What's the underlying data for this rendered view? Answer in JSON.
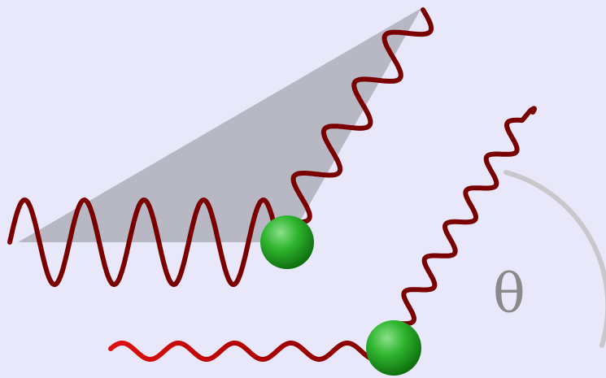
{
  "diagram": {
    "angle_label": "θ",
    "colors": {
      "background": "#e8e8fa",
      "triangle": "#b8b8c4",
      "wave_dark": "#7a0000",
      "wave_mid": "#b00000",
      "wave_bright": "#e01010",
      "sphere_light": "#8be08b",
      "sphere_mid": "#2fb52f",
      "sphere_dark": "#0d6e0d",
      "arc": "#c8c8cc",
      "label": "#8a8a8a"
    },
    "elements": [
      "incident-triangle",
      "incoming-wave-top",
      "outgoing-wave-top",
      "scatter-sphere-top",
      "incoming-wave-bottom",
      "outgoing-wave-bottom",
      "scatter-sphere-bottom",
      "angle-arc"
    ]
  }
}
